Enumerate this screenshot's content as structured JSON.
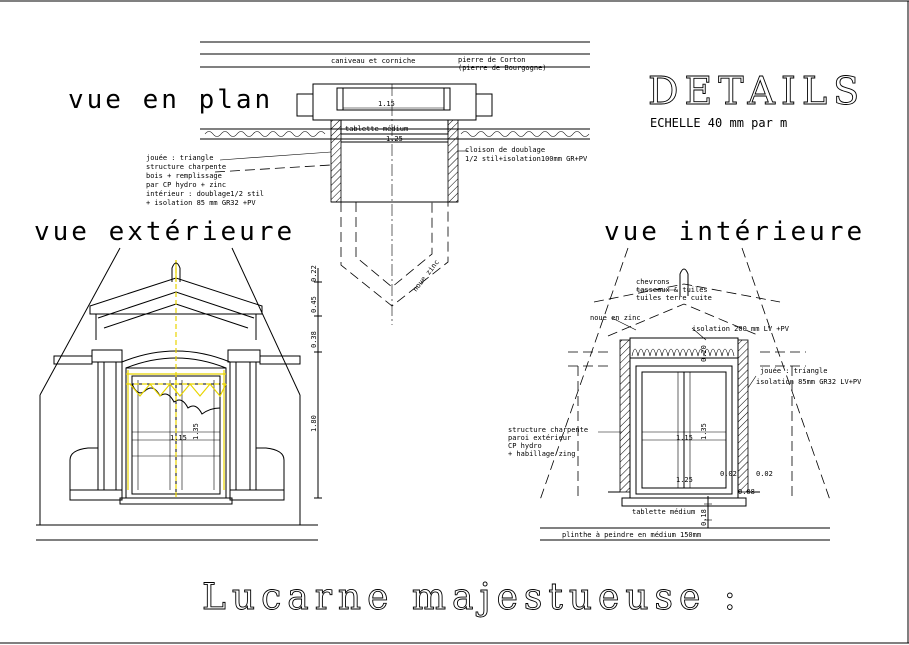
{
  "title": {
    "details": "DETAILS",
    "scale": "ECHELLE 40 mm par m",
    "main": "Lucarne majestueuse :"
  },
  "views": {
    "plan": "vue en plan",
    "exterior": "vue extérieure",
    "interior": "vue intérieure"
  },
  "plan_notes": {
    "caniveau": "caniveau et corniche",
    "pierre1": "pierre de Corton",
    "pierre2": "(pierre de Bourgogne)",
    "tablette": "tablette médium",
    "cloison1": "cloison de doublage",
    "cloison2": "1/2 stil+isolation100mm GR+PV",
    "jouee1": "jouée : triangle",
    "jouee2": "structure charpente",
    "jouee3": "bois + remplissage",
    "jouee4": "par CP hydro + zinc",
    "jouee5": "intérieur : doublage1/2 stil",
    "jouee6": "+ isolation 85 mm GR32 +PV",
    "noue": "noue zinc",
    "dim_115": "1.15",
    "dim_125": "1.25"
  },
  "exterior_dims": {
    "d022": "0.22",
    "d045": "0.45",
    "d038": "0.38",
    "d180": "1.80",
    "w": "1.15",
    "h": "1.35"
  },
  "interior_notes": {
    "chevrons1": "chevrons",
    "chevrons2": "tasseaux & tuiles",
    "chevrons3": "tuiles terre cuite",
    "noue": "noue en zinc",
    "isolation": "isolation 200 mm LV +PV",
    "jouee1": "jouée : triangle",
    "jouee2": "isolation 85mm GR32 LV+PV",
    "struct1": "structure charpente",
    "struct2": "paroi extérieur",
    "struct3": "CP hydro",
    "struct4": "+ habillage zing",
    "tablette": "tablette médium",
    "plinthe": "plinthe à peindre en médium 150mm",
    "w": "1.15",
    "h": "1.35",
    "d002a": "0.02",
    "d002b": "0.02",
    "d125": "1.25",
    "d008": "0.08",
    "d018": "0.18",
    "d020": "0.20"
  }
}
